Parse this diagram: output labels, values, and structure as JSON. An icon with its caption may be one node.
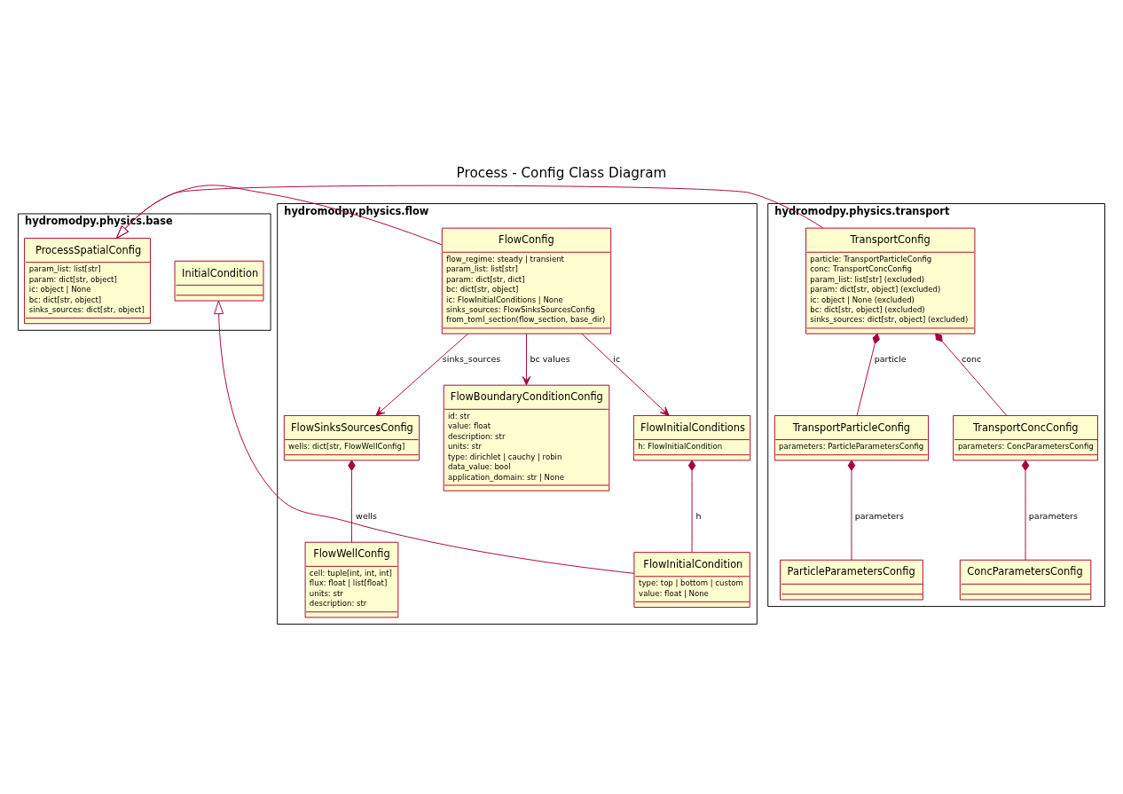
{
  "diagram": {
    "title": "Process - Config Class Diagram",
    "nodes": [
      {
        "text": [
          "hydromodpy.physics.base"
        ]
      },
      {
        "text": [
          "InitialCondition"
        ],
        "in": 0
      },
      {
        "text": [
          "ProcessSpatialConfig",
          "param_list: list[str]",
          "param: dict[str, object]",
          "ic: object | None",
          "bc: dict[str, object]",
          "sinks_sources: dict[str, object]"
        ],
        "in": 0
      },
      {
        "text": [
          "hydromodpy.physics.flow"
        ]
      },
      {
        "text": [
          "FlowConfig",
          "flow_regime: steady | transient",
          "param_list: list[str]",
          "param: dict[str, dict]",
          "bc: dict[str, object]",
          "ic: FlowInitialConditions | None",
          "sinks_sources: FlowSinksSourcesConfig",
          "from_toml_section(flow_section, base_dir)"
        ],
        "in": 3
      },
      {
        "text": [
          "FlowSinksSourcesConfig",
          "wells: dict[str, FlowWellConfig]"
        ],
        "in": 3
      },
      {
        "text": [
          "FlowBoundaryConditionConfig",
          "id: str",
          "value: float",
          "description: str",
          "units: str",
          "type: dirichlet | cauchy | robin",
          "data_value: bool",
          "application_domain: str | None"
        ],
        "in": 3
      },
      {
        "text": [
          "FlowInitialConditions",
          "h: FlowInitialCondition"
        ],
        "in": 3
      },
      {
        "text": [
          "FlowWellConfig",
          "cell: tuple[int, int, int]",
          "flux: float | list[float]",
          "units: str",
          "description: str"
        ],
        "in": 3
      },
      {
        "text": [
          "FlowInitialCondition",
          "type: top | bottom | custom",
          "value: float | None"
        ],
        "in": 3
      },
      {
        "text": [
          "hydromodpy.physics.transport"
        ]
      },
      {
        "text": [
          "TransportConfig",
          "particle: TransportParticleConfig",
          "conc: TransportConcConfig",
          "param_list: list[str] (excluded)",
          "param: dict[str, object] (excluded)",
          "ic: object | None (excluded)",
          "bc: dict[str, object] (excluded)",
          "sinks_sources: dict[str, object] (excluded)"
        ],
        "in": 10
      },
      {
        "text": [
          "TransportParticleConfig",
          "parameters: ParticleParametersConfig"
        ],
        "in": 10
      },
      {
        "text": [
          "TransportConcConfig",
          "parameters: ConcParametersConfig"
        ],
        "in": 10
      },
      {
        "text": [
          "ParticleParametersConfig"
        ],
        "in": 10
      },
      {
        "text": [
          "ConcParametersConfig"
        ],
        "in": 10
      }
    ],
    "edges": [
      {
        "from": 4,
        "to": 2,
        "arrow": "to"
      },
      {
        "from": 11,
        "to": 2,
        "arrow": "to"
      },
      {
        "from": 9,
        "to": 1,
        "arrow": "to"
      },
      {
        "from": 4,
        "to": 5,
        "arrow": "to",
        "label": "sinks_sources"
      },
      {
        "from": 4,
        "to": 6,
        "arrow": "to",
        "label": "bc values"
      },
      {
        "from": 4,
        "to": 7,
        "arrow": "to",
        "label": "ic"
      },
      {
        "from": 5,
        "to": 8,
        "arrow": "other",
        "label": "wells"
      },
      {
        "from": 7,
        "to": 9,
        "arrow": "other",
        "label": "h"
      },
      {
        "from": 11,
        "to": 12,
        "arrow": "other",
        "label": "particle"
      },
      {
        "from": 11,
        "to": 13,
        "arrow": "other",
        "label": "conc"
      },
      {
        "from": 12,
        "to": 14,
        "arrow": "other",
        "label": "parameters"
      },
      {
        "from": 13,
        "to": 15,
        "arrow": "other",
        "label": "parameters"
      }
    ]
  }
}
